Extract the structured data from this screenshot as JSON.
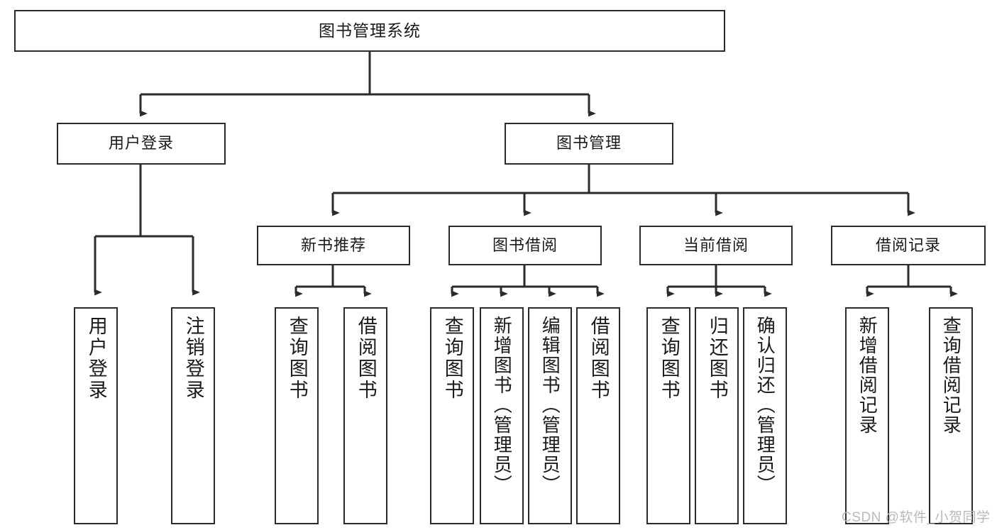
{
  "diagram": {
    "title": "图书管理系统",
    "type": "tree",
    "colors": {
      "stroke": "#2b2b2b",
      "background": "#ffffff",
      "text": "#1a1a1a",
      "watermark": "#b9b9b9"
    },
    "levels": {
      "root": {
        "label": "图书管理系统"
      },
      "level2": [
        {
          "id": "user-login",
          "label": "用户登录"
        },
        {
          "id": "book-management",
          "label": "图书管理"
        }
      ],
      "level3": [
        {
          "id": "new-book-recommend",
          "label": "新书推荐"
        },
        {
          "id": "book-borrow",
          "label": "图书借阅"
        },
        {
          "id": "current-borrow",
          "label": "当前借阅"
        },
        {
          "id": "borrow-record",
          "label": "借阅记录"
        }
      ],
      "leaves": [
        {
          "id": "leaf-user-login",
          "label": "用户登录",
          "parent": "user-login"
        },
        {
          "id": "leaf-logout-login",
          "label": "注销登录",
          "parent": "user-login"
        },
        {
          "id": "leaf-query-book-1",
          "label": "查询图书",
          "parent": "new-book-recommend"
        },
        {
          "id": "leaf-borrow-book-1",
          "label": "借阅图书",
          "parent": "new-book-recommend"
        },
        {
          "id": "leaf-query-book-2",
          "label": "查询图书",
          "parent": "book-borrow"
        },
        {
          "id": "leaf-add-book",
          "label": "新增图书（管理员）",
          "parent": "book-borrow"
        },
        {
          "id": "leaf-edit-book",
          "label": "编辑图书（管理员）",
          "parent": "book-borrow"
        },
        {
          "id": "leaf-borrow-book-2",
          "label": "借阅图书",
          "parent": "book-borrow"
        },
        {
          "id": "leaf-query-book-3",
          "label": "查询图书",
          "parent": "current-borrow"
        },
        {
          "id": "leaf-return-book",
          "label": "归还图书",
          "parent": "current-borrow"
        },
        {
          "id": "leaf-confirm-return",
          "label": "确认归还（管理员）",
          "parent": "current-borrow"
        },
        {
          "id": "leaf-add-record",
          "label": "新增借阅记录",
          "parent": "borrow-record"
        },
        {
          "id": "leaf-query-record",
          "label": "查询借阅记录",
          "parent": "borrow-record"
        }
      ]
    },
    "watermark": "CSDN @软件_小贺同学"
  }
}
